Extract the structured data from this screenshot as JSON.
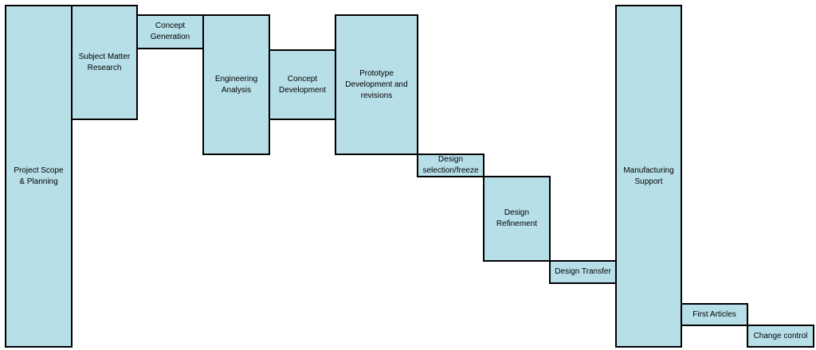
{
  "diagram": {
    "fill_color": "#b7dfe8",
    "border_color": "#000000",
    "phases": [
      {
        "label": "Project Scope & Planning"
      },
      {
        "label": "Subject Matter Research"
      },
      {
        "label": "Concept Generation"
      },
      {
        "label": "Engineering Analysis"
      },
      {
        "label": "Concept Development"
      },
      {
        "label": "Prototype Development and revisions"
      },
      {
        "label": "Design selection/freeze"
      },
      {
        "label": "Design Refinement"
      },
      {
        "label": "Design Transfer"
      },
      {
        "label": "Manufacturing Support"
      },
      {
        "label": "First Articles"
      },
      {
        "label": "Change control"
      }
    ]
  }
}
